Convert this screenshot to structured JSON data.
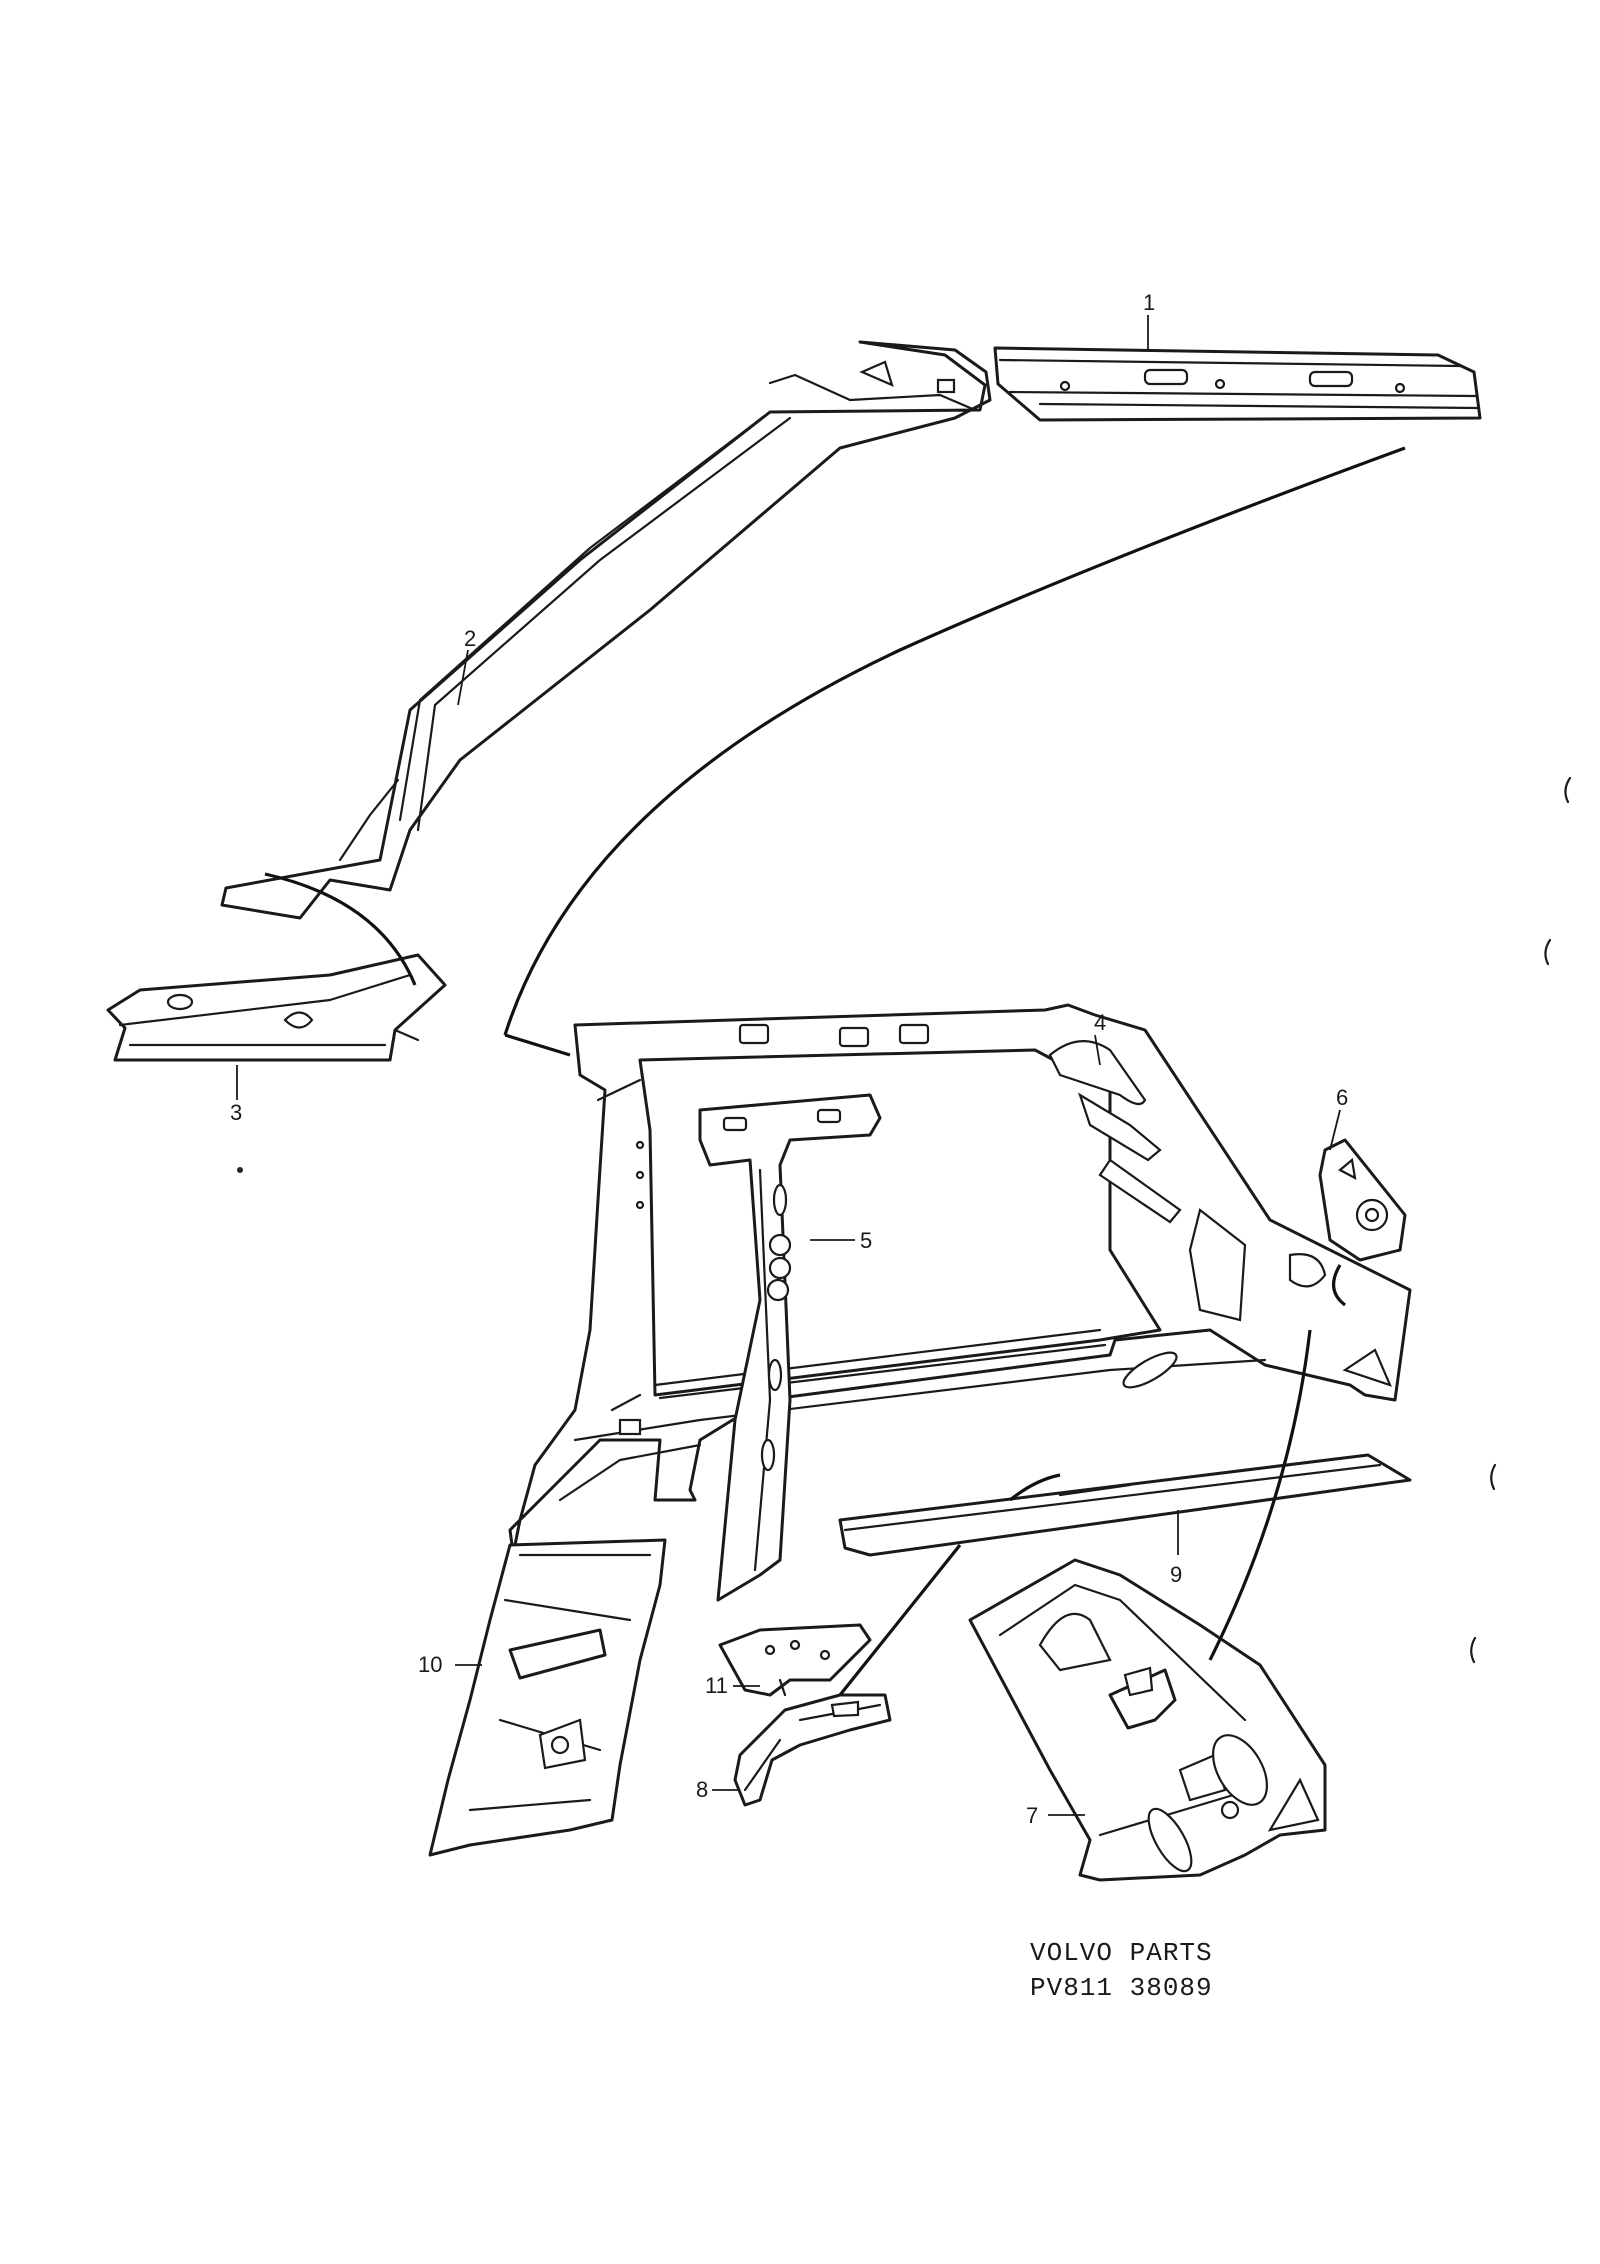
{
  "callouts": [
    {
      "id": "1",
      "label": "1"
    },
    {
      "id": "2",
      "label": "2"
    },
    {
      "id": "3",
      "label": "3"
    },
    {
      "id": "4",
      "label": "4"
    },
    {
      "id": "5",
      "label": "5"
    },
    {
      "id": "6",
      "label": "6"
    },
    {
      "id": "7",
      "label": "7"
    },
    {
      "id": "8",
      "label": "8"
    },
    {
      "id": "9",
      "label": "9"
    },
    {
      "id": "10",
      "label": "10"
    },
    {
      "id": "11",
      "label": "11"
    }
  ],
  "caption": {
    "line1": "VOLVO  PARTS",
    "line2": "PV811 38089"
  }
}
